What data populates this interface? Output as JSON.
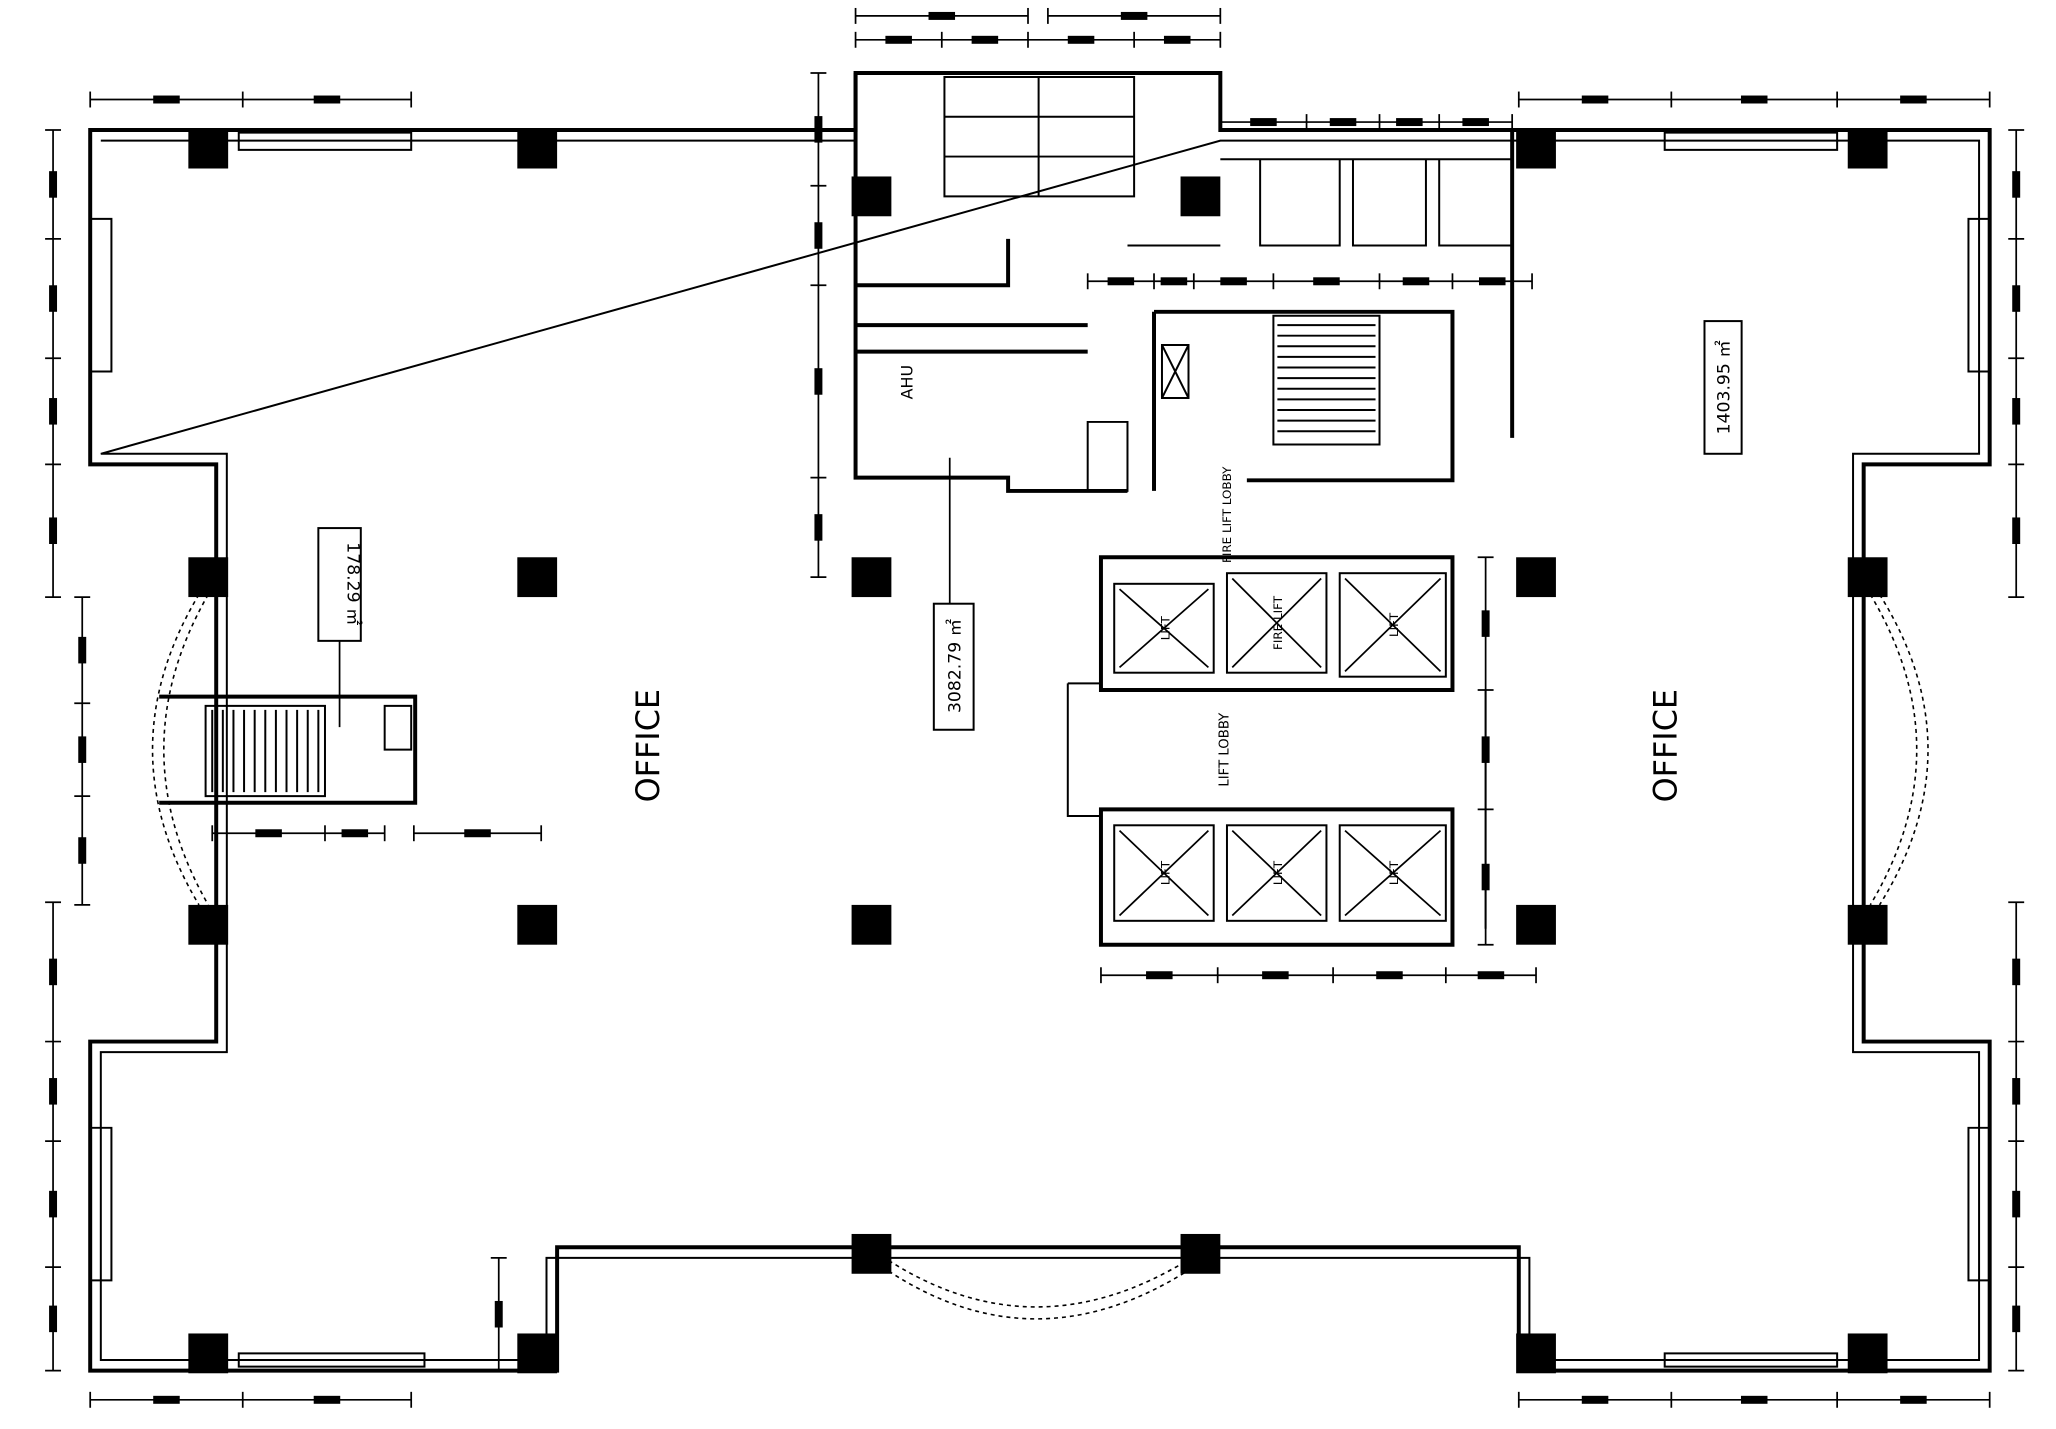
{
  "drawing": {
    "type": "architectural floor plan",
    "colors": {
      "line": "#000000",
      "background": "#ffffff"
    },
    "rooms": {
      "office_left": "OFFICE",
      "office_right": "OFFICE",
      "ahu": "AHU",
      "lift_lobby": "LIFT LOBBY",
      "fire_lift_lobby": "FIRE LIFT LOBBY"
    },
    "areas": {
      "stair_area": "178.29 ㎡",
      "office_left_area": "3082.79 ㎡",
      "office_right_area": "1403.95 ㎡"
    },
    "lifts": {
      "top": [
        "LIFT",
        "FIRE LIFT",
        "LIFT"
      ],
      "bottom": [
        "LIFT",
        "LIFT",
        "LIFT"
      ]
    }
  }
}
